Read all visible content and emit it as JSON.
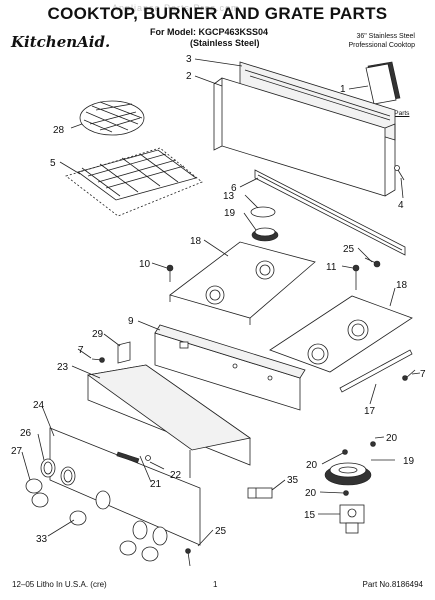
{
  "header": {
    "watermark": "Appliance Parts Pros.com",
    "title": "COOKTOP, BURNER AND GRATE PARTS",
    "model_line": "For Model: KGCP463KSS04",
    "model_finish": "(Stainless Steel)",
    "brand": "KitchenAid.",
    "description_line1": "36\" Stainless Steel",
    "description_line2": "Professional Cooktop"
  },
  "literature_label": "Literature Parts",
  "callouts": {
    "c1": "1",
    "c2": "2",
    "c3": "3",
    "c4": "4",
    "c5": "5",
    "c6": "6",
    "c7a": "7",
    "c7b": "7",
    "c9": "9",
    "c10": "10",
    "c11": "11",
    "c13": "13",
    "c15": "15",
    "c17": "17",
    "c18a": "18",
    "c18b": "18",
    "c19a": "19",
    "c19b": "19",
    "c20a": "20",
    "c20b": "20",
    "c20c": "20",
    "c21": "21",
    "c22": "22",
    "c23": "23",
    "c24": "24",
    "c25a": "25",
    "c25b": "25",
    "c26": "26",
    "c27": "27",
    "c28": "28",
    "c29": "29",
    "c33": "33",
    "c35": "35"
  },
  "footer": {
    "left": "12–05 Litho In U.S.A. (cre)",
    "center": "1",
    "right": "Part No.8186494"
  }
}
